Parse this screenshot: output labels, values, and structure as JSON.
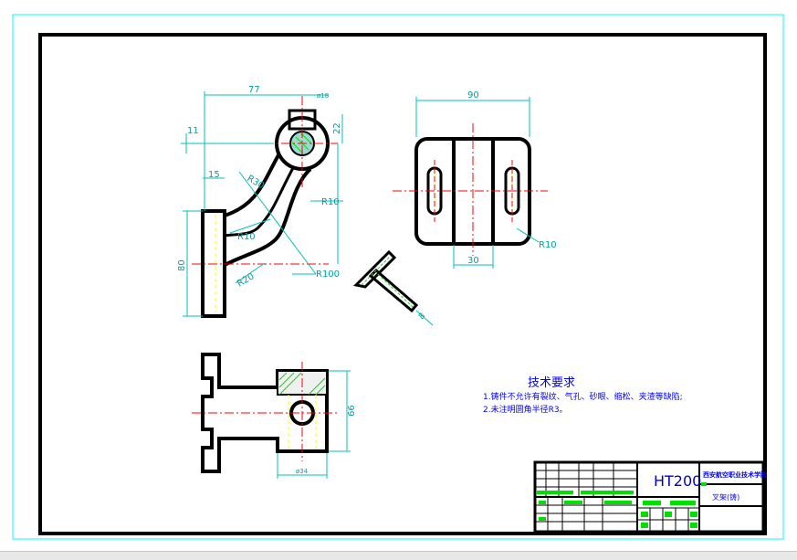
{
  "drawing": {
    "dims": {
      "d77": "77",
      "d11": "11",
      "d15": "15",
      "d22": "22",
      "d90": "90",
      "d30": "30",
      "d80": "80",
      "d66": "66",
      "d8": "8",
      "phi_top": "ø18",
      "phi_bottom": "ø34",
      "r30": "R30",
      "r10_left": "R10",
      "r20": "R20",
      "r10_right": "R10",
      "r100": "R100",
      "r10_side": "R10"
    },
    "notes": {
      "heading": "技术要求",
      "line1": "1.铸件不允许有裂纹、气孔、砂眼、缩松、夹渣等缺陷;",
      "line2": "2.未注明圆角半径R3。"
    },
    "title_block": {
      "material": "HT200",
      "school": "西安航空职业技术学院",
      "part_name": "叉架(铸)"
    }
  },
  "colors": {
    "outline": "#000000",
    "dimension": "#00c0c0",
    "centerline": "#ff0000",
    "hatch": "#00e000",
    "hidden": "#ffff00",
    "sheet_border": "#00ffff"
  }
}
